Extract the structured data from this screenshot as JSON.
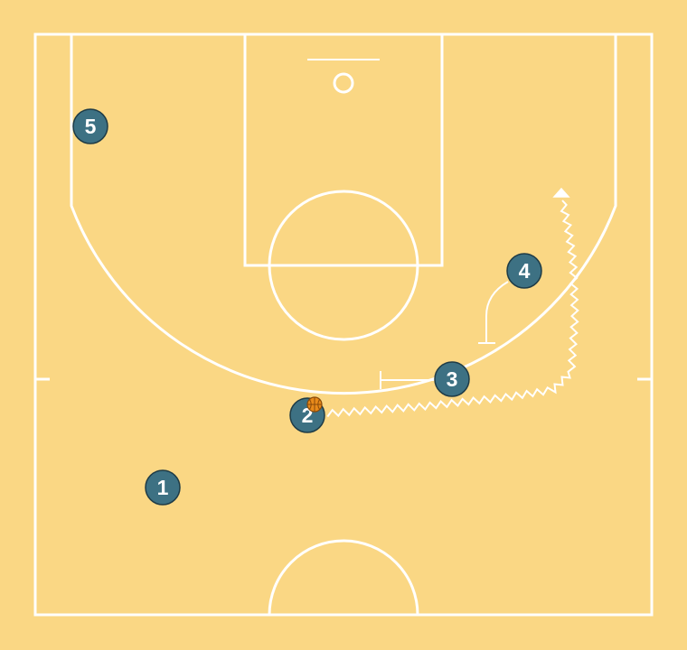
{
  "colors": {
    "floor": "#fad784",
    "lines": "#ffffff",
    "player": "#3d7183",
    "player_outline": "#1e3b46",
    "ball": "#e88a1a"
  },
  "players": [
    {
      "number": "1"
    },
    {
      "number": "2",
      "has_ball": true
    },
    {
      "number": "3"
    },
    {
      "number": "4"
    },
    {
      "number": "5"
    }
  ],
  "actions": [
    {
      "type": "dribble",
      "player": "2"
    },
    {
      "type": "screen",
      "player": "3"
    },
    {
      "type": "screen",
      "player": "4"
    }
  ]
}
